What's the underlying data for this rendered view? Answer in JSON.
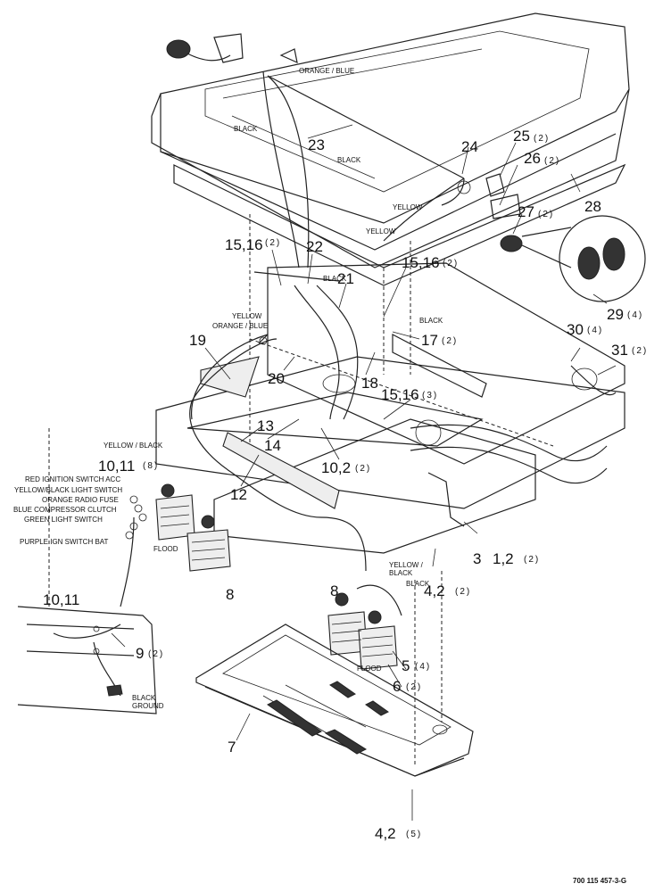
{
  "callouts": {
    "c1": "23",
    "c2": "24",
    "c3": "25",
    "c3q": "(2)",
    "c4": "26",
    "c4q": "(2)",
    "c5": "27",
    "c5q": "(2)",
    "c6": "28",
    "c7": "15,16",
    "c7q": "(2)",
    "c8": "22",
    "c9": "21",
    "c10": "15,16",
    "c10q": "(2)",
    "c11": "17",
    "c11q": "(2)",
    "c12": "19",
    "c13": "20",
    "c14": "18",
    "c15": "15,16",
    "c15q": "(3)",
    "c16": "13",
    "c17": "14",
    "c18": "10,2",
    "c18q": "(2)",
    "c19": "12",
    "c20": "10,11",
    "c20q": "(8)",
    "c21": "8",
    "c22": "3",
    "c23": "1,2",
    "c23q": "(2)",
    "c24": "4,2",
    "c24q": "(2)",
    "c25": "8",
    "c26": "5",
    "c26q": "(4)",
    "c27": "6",
    "c27q": "(2)",
    "c28": "10,11",
    "c29": "9",
    "c29q": "(2)",
    "c30": "7",
    "c31": "4,2",
    "c31q": "(5)",
    "c32": "29",
    "c32q": "(4)",
    "c33": "30",
    "c33q": "(4)",
    "c34": "31",
    "c34q": "(2)"
  },
  "wire_labels": {
    "w1": "ORANGE / BLUE",
    "w2": "BLACK",
    "w3": "BLACK",
    "w4": "YELLOW",
    "w5": "YELLOW",
    "w6": "BLACK",
    "w7": "YELLOW",
    "w8": "ORANGE / BLUE",
    "w9": "BLACK",
    "w10": "YELLOW / BLACK",
    "w11": "YELLOW /",
    "w12": "BLACK",
    "w13": "BLACK",
    "w14": "BLACK",
    "w15": "GROUND",
    "w16": "FLOOD",
    "w17": "FLOOD"
  },
  "switch_labels": [
    "RED IGNITION SWITCH ACC",
    "YELLOW/BLACK LIGHT SWITCH",
    "ORANGE RADIO FUSE",
    "BLUE COMPRESSOR CLUTCH",
    "GREEN LIGHT SWITCH",
    "PURPLE IGN SWITCH BAT"
  ],
  "footer": {
    "part_number": "700 115 457-3-G"
  }
}
